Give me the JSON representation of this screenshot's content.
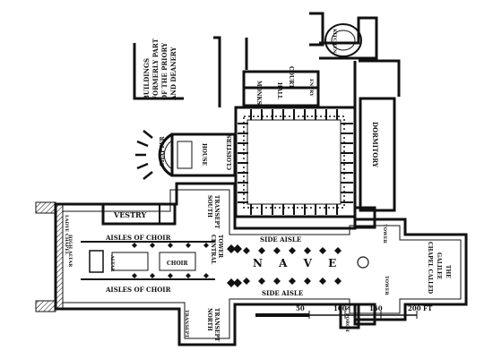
{
  "title": "",
  "labels": {
    "buildings_line1": "BUILDINGS",
    "buildings_line2": "FORMERLY PART",
    "buildings_line3": "OF THE PRIORY",
    "buildings_line4": "AND DEANERY",
    "court": "COURT",
    "kitchen": "KITCHEN",
    "monks": "MONKS",
    "hall": "HALL",
    "entry_under": "ENTRY",
    "dormitory": "DORMITORY",
    "cloisters": "CLOISTERS",
    "chapter": "CHAPTER",
    "house": "HOUSE",
    "vestry": "VESTRY",
    "south_transept_1": "SOUTH",
    "south_transept_2": "TRANSEPT",
    "aisles_of_choir_top": "AISLES OF CHOIR",
    "aisles_of_choir_bottom": "AISLES OF CHOIR",
    "choir": "CHOIR",
    "altar": "ALTAR",
    "high_altar": "HIGH ALTAR",
    "lady_chapel": "LADYE CHAPEL",
    "central_tower_1": "CENTRAL",
    "central_tower_2": "TOWER",
    "side_aisle_top": "SIDE AISLE",
    "side_aisle_bottom": "SIDE AISLE",
    "nave": "N A V E",
    "north_transept_1": "NORTH",
    "north_transept_2": "TRANSEPT",
    "transept_small": "TRANSEPT",
    "n_porch": "N. PORCH",
    "tower_upper": "TOWER",
    "tower_lower": "TOWER",
    "galilee_1": "CHAPEL CALLED",
    "galilee_2": "GALILEE",
    "galilee_3": "THE",
    "scale_50": "50",
    "scale_100": "100",
    "scale_150": "150",
    "scale_200": "200 FT"
  },
  "colors": {
    "ink": "#111111",
    "paper": "#ffffff"
  }
}
